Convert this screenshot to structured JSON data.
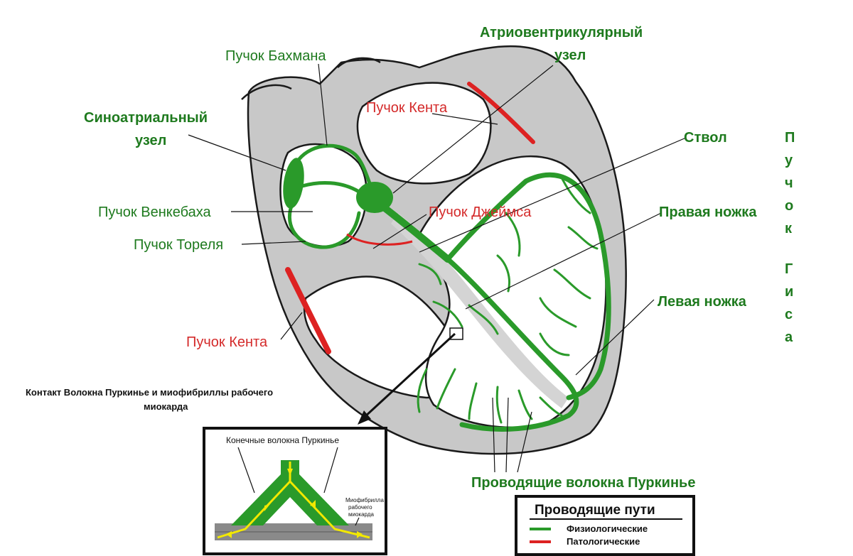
{
  "labels": {
    "bachmann": "Пучок Бахмана",
    "av_node_1": "Атриовентрикулярный",
    "av_node_2": "узел",
    "kent_top": "Пучок Кента",
    "sa_node_1": "Синоатриальный",
    "sa_node_2": "узел",
    "trunk": "Ствол",
    "wenckebach": "Пучок Венкебаха",
    "james": "Пучок Джеймса",
    "thorel": "Пучок Тореля",
    "right_branch": "Правая ножка",
    "left_branch": "Левая ножка",
    "kent_bottom": "Пучок Кента",
    "his_vertical": [
      "П",
      "у",
      "ч",
      "о",
      "к",
      "",
      "Г",
      "и",
      "с",
      "а"
    ],
    "purkinje_conducting": "Проводящие волокна Пуркинье",
    "contact_1": "Контакт Волокна Пуркинье и миофибриллы рабочего",
    "contact_2": "миокарда"
  },
  "inset": {
    "title": "Конечные волокна Пуркинье",
    "myofibril": [
      "Миофибрилла",
      "рабочего",
      "миокарда"
    ]
  },
  "legend": {
    "title": "Проводящие пути",
    "items": [
      {
        "label": "Физиологические",
        "color": "#2a9a2a"
      },
      {
        "label": "Патологические",
        "color": "#dd2222"
      }
    ]
  },
  "colors": {
    "heart_wall": "#c8c8c8",
    "physiological": "#2a9a2a",
    "pathological": "#dd2222",
    "green_text": "#1e7a1e",
    "red_text": "#d42a2a",
    "myofibril": "#8a8a8a",
    "impulse": "#f2e800"
  }
}
